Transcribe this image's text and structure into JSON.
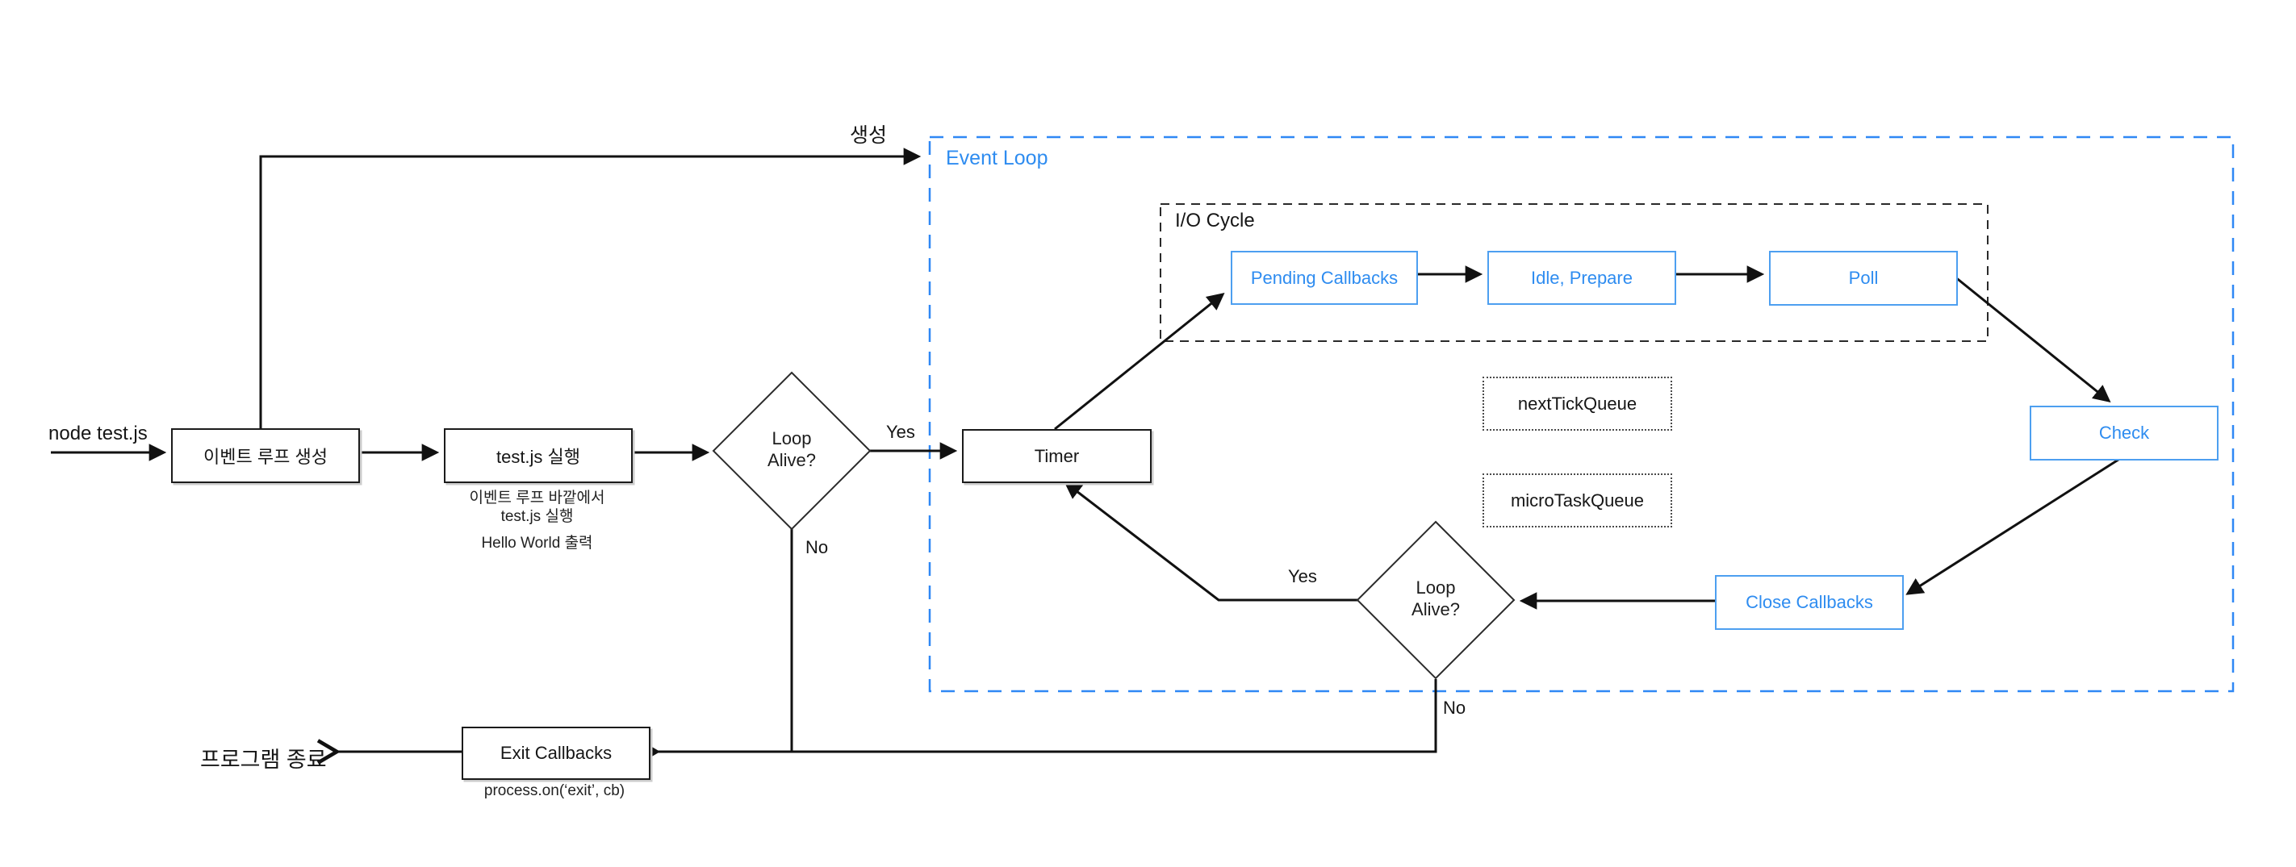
{
  "colors": {
    "accent_blue_text": "#2e8cf0",
    "accent_blue_border": "#4d9ff0",
    "event_loop_dash": "#2f88f5",
    "line_black": "#111111"
  },
  "start": {
    "command": "node test.js",
    "create_label": "생성"
  },
  "regions": {
    "event_loop": "Event Loop",
    "io_cycle": "I/O Cycle"
  },
  "nodes": {
    "create_event_loop": "이벤트 루프 생성",
    "run_testjs": "test.js 실행",
    "timer": "Timer",
    "pending_callbacks": "Pending Callbacks",
    "idle_prepare": "Idle, Prepare",
    "poll": "Poll",
    "check": "Check",
    "close_callbacks": "Close Callbacks",
    "next_tick_queue": "nextTickQueue",
    "micro_task_queue": "microTaskQueue",
    "exit_callbacks": "Exit Callbacks"
  },
  "decisions": {
    "loop_alive_1": {
      "line1": "Loop",
      "line2": "Alive?",
      "yes": "Yes",
      "no": "No"
    },
    "loop_alive_2": {
      "line1": "Loop",
      "line2": "Alive?",
      "yes": "Yes",
      "no": "No"
    }
  },
  "annotations": {
    "run_note_line1": "이벤트 루프 바깥에서",
    "run_note_line2": "test.js 실행",
    "run_note_line3": "Hello World 출력",
    "exit_note": "process.on(‘exit’, cb)",
    "program_exit": "프로그램 종료"
  }
}
